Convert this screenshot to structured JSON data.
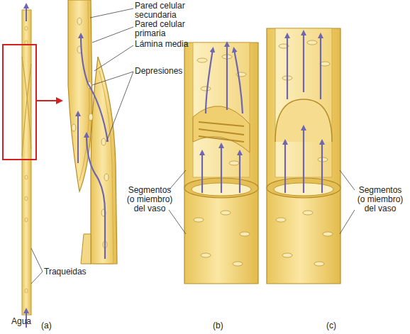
{
  "diagram": {
    "labels": [
      "Pared celular secundaria",
      "Pared celular primaria",
      "Lámina media",
      "Depresiones",
      "Traqueidas",
      "Agua",
      "(a)",
      "(b)",
      "(c)",
      "Segmentos (o miembro) del vaso",
      "Segmentos (o miembro) del vaso"
    ]
  }
}
